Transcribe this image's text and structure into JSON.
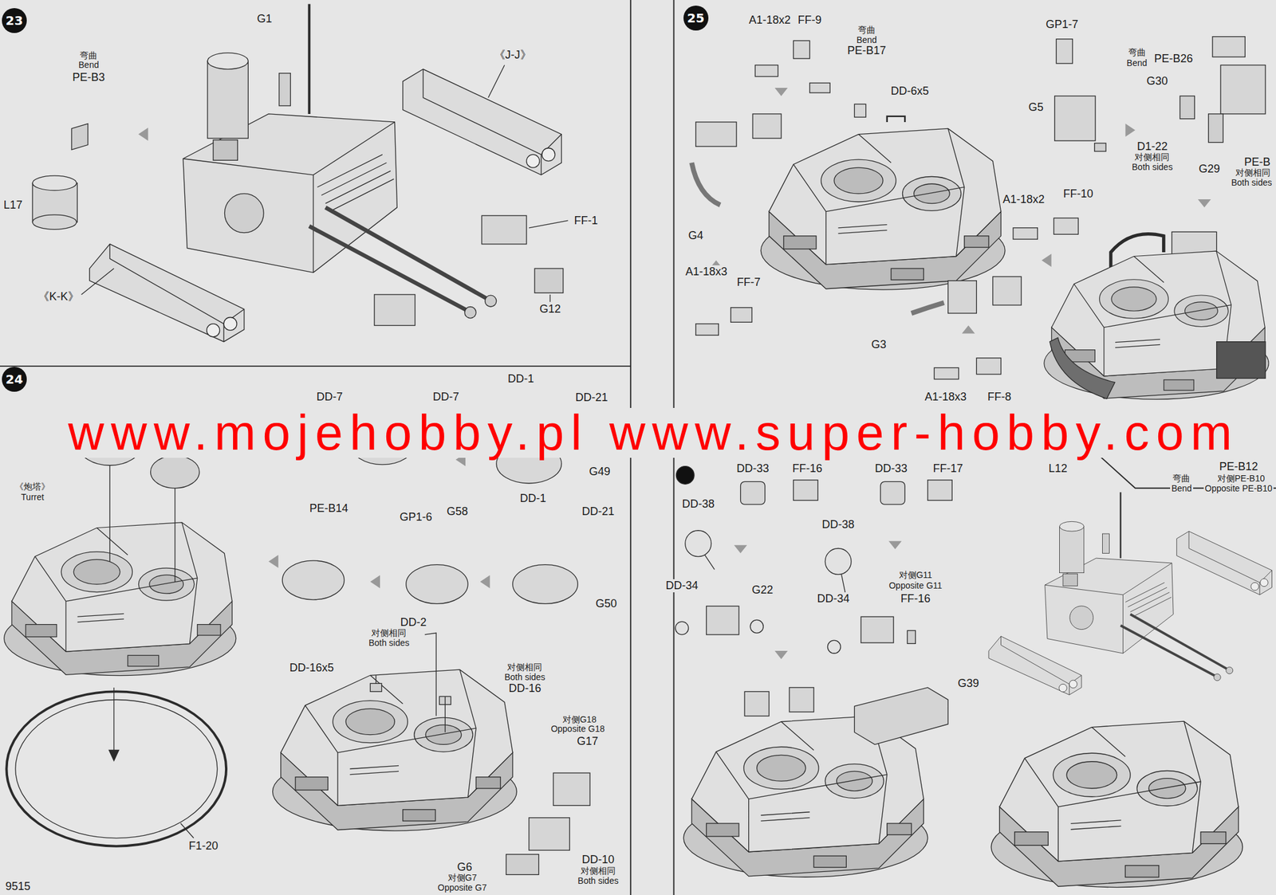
{
  "diagram": {
    "nodes": [
      {
        "text": [
          "23"
        ]
      },
      {
        "text": [
          "24"
        ]
      },
      {
        "text": [
          "25"
        ]
      }
    ],
    "labels": [
      "弯曲",
      "Bend",
      "PE-B3",
      "G1",
      "《J-J》",
      "L17",
      "FF-1",
      "G12",
      "《K-K》",
      "DD-7",
      "DD-7",
      "DD-1",
      "DD-21",
      "G49",
      "《炮塔》",
      "Turret",
      "PE-B14",
      "GP1-6",
      "G58",
      "DD-1",
      "DD-21",
      "G50",
      "DD-2",
      "对侧相同",
      "Both sides",
      "DD-16x5",
      "对侧相同",
      "Both sides",
      "DD-16",
      "对侧G18",
      "Opposite G18",
      "G17",
      "F1-20",
      "G6",
      "对侧G7",
      "Opposite G7",
      "DD-10",
      "对侧相同",
      "Both sides",
      "9515",
      "A1-18x2",
      "FF-9",
      "弯曲",
      "Bend",
      "PE-B17",
      "DD-6x5",
      "G4",
      "A1-18x3",
      "FF-7",
      "G3",
      "GP1-7",
      "弯曲",
      "Bend",
      "PE-B26",
      "G30",
      "G5",
      "D1-22",
      "对侧相同",
      "Both sides",
      "G29",
      "PE-B",
      "对侧相同",
      "Both sides",
      "A1-18x2",
      "FF-10",
      "A1-18x3",
      "FF-8",
      "L12",
      "PE-B12",
      "弯曲",
      "Bend",
      "对侧PE-B10",
      "Opposite PE-B10",
      "DD-33",
      "FF-16",
      "DD-33",
      "FF-17",
      "DD-38",
      "DD-38",
      "DD-34",
      "G22",
      "对侧G11",
      "Opposite G11",
      "DD-34",
      "FF-16",
      "G39",
      "www.mojehobby.pl www.super-hobby.com"
    ]
  }
}
